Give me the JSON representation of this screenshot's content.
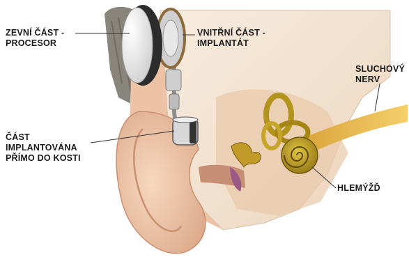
{
  "labels": {
    "external_part": [
      "ZEVNÍ ČÁST -",
      "PROCESOR"
    ],
    "internal_part": [
      "VNITŘNÍ ČÁST -",
      "IMPLANTÁT"
    ],
    "bone_part": [
      "ČÁST",
      "IMPLANTOVÁNA",
      "PŘÍMO DO KOSTI"
    ],
    "auditory_nerve": [
      "SLUCHOVÝ",
      "NERV"
    ],
    "cochlea": [
      "HLEMÝŽĎ"
    ]
  },
  "colors": {
    "skin": "#f0cbb0",
    "skin_shadow": "#d9a585",
    "bone": "#f4e3cf",
    "hair": "#8a857c",
    "processor": "#2c2c2c",
    "cochlea": "#a88b1a",
    "nerve": "#e9b64a",
    "implant_metal": "#b9b9b9"
  }
}
